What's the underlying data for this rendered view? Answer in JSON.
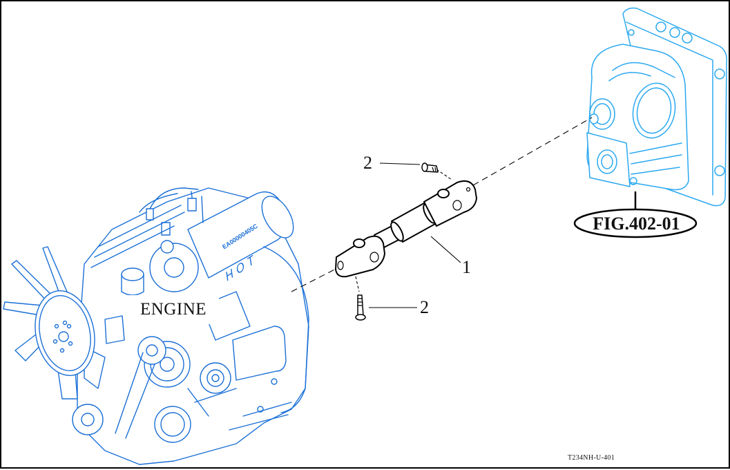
{
  "diagram": {
    "type": "exploded-parts-view",
    "drawing_id": "T234NH-U-401",
    "figure_reference": "FIG.402-01",
    "assemblies": {
      "engine": {
        "label": "ENGINE",
        "stamp_text": "EA00000405C",
        "warning_text": "HOT"
      },
      "pump_gearbox": {
        "reference": "FIG.402-01"
      }
    },
    "callouts": [
      {
        "number": "1",
        "part": "drive-shaft-universal-joint"
      },
      {
        "number": "2",
        "part": "bolt-upper"
      },
      {
        "number": "2",
        "part": "bolt-lower"
      }
    ],
    "colors": {
      "engine": "#1a6fd6",
      "pump": "#2aa8f0",
      "shaft": "#000000"
    }
  }
}
